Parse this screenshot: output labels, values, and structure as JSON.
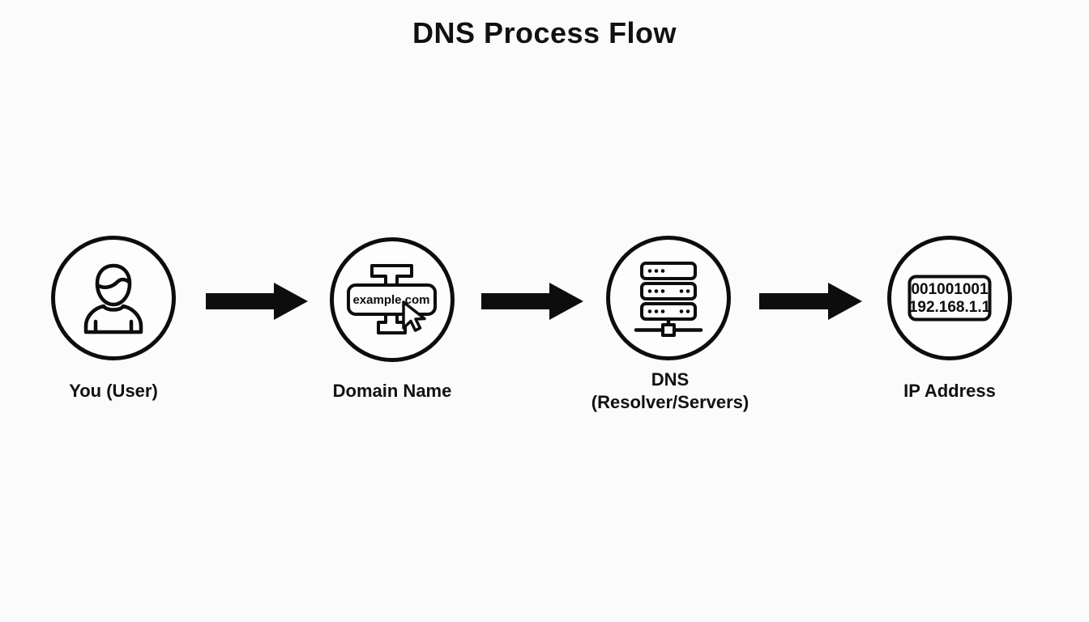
{
  "title": "DNS Process Flow",
  "colors": {
    "ink": "#0d0d0d",
    "background": "#fbfbfb"
  },
  "flow": {
    "nodes": [
      {
        "id": "user",
        "label": "You (User)",
        "icon": "user-icon"
      },
      {
        "id": "domain",
        "label": "Domain Name",
        "icon": "domain-cursor-icon",
        "icon_text": "example.com"
      },
      {
        "id": "dns",
        "label_line1": "DNS",
        "label_line2": "(Resolver/Servers)",
        "icon": "dns-servers-icon"
      },
      {
        "id": "ip",
        "label": "IP Address",
        "icon": "binary-ip-icon",
        "icon_text_line1": "001001001",
        "icon_text_line2": "192.168.1.1"
      }
    ],
    "connector": "arrow-right"
  }
}
